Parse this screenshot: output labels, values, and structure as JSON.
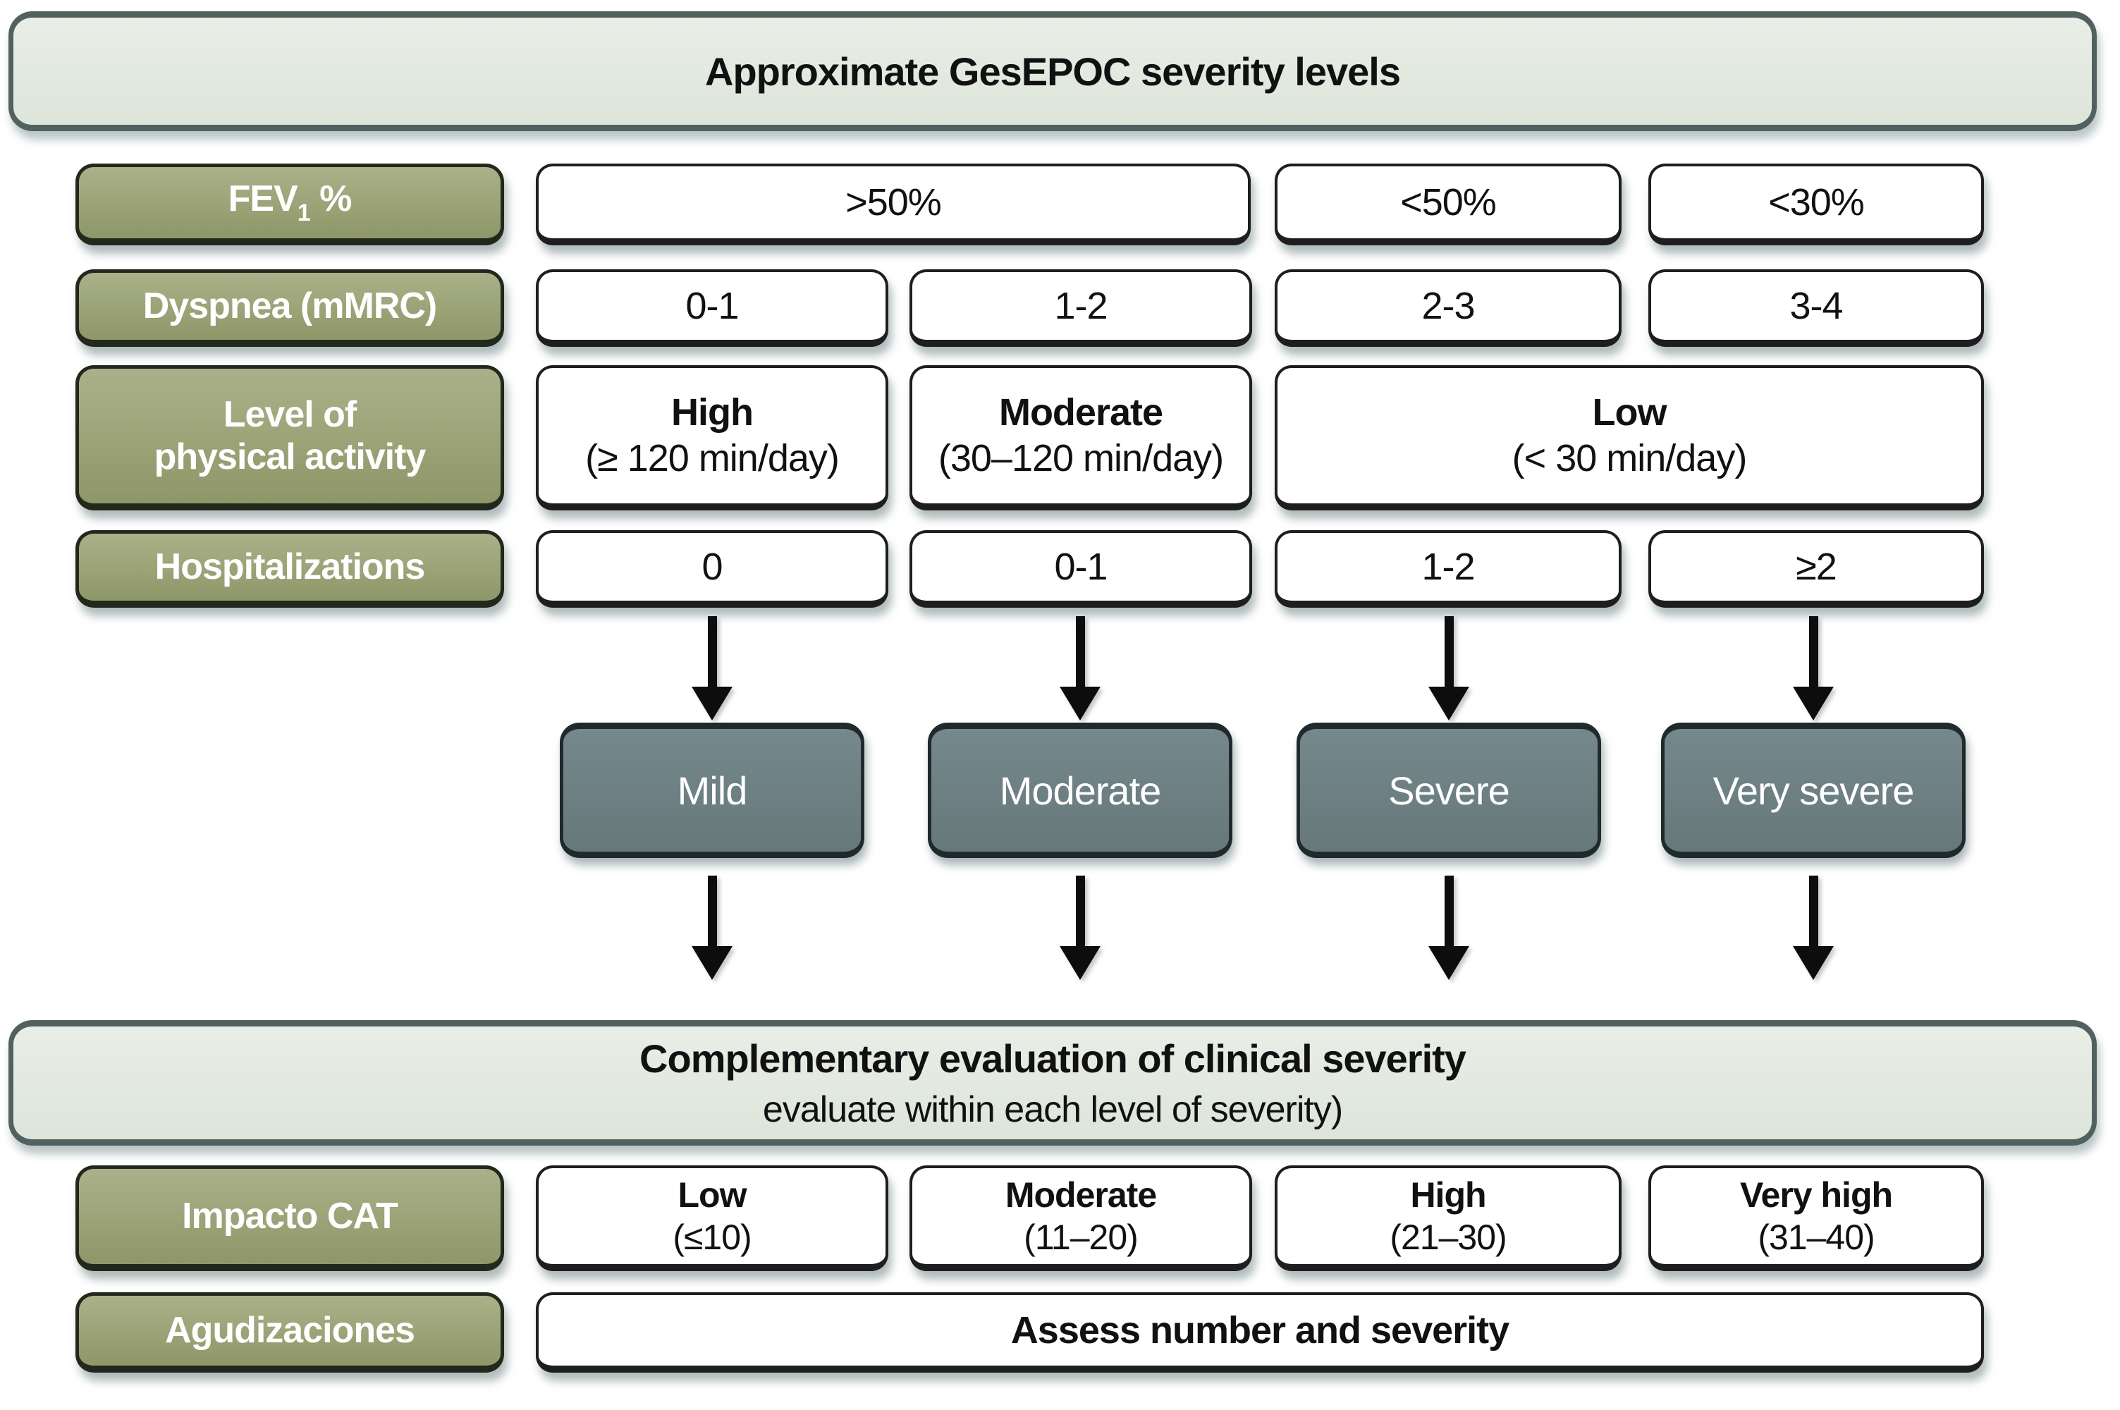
{
  "title_banner": {
    "text": "Approximate GesEPOC severity levels"
  },
  "rows": {
    "fev": {
      "label": {
        "pre": "FEV",
        "sub": "1",
        "post": " %"
      },
      "cells": [
        ">50%",
        "<50%",
        "<30%"
      ]
    },
    "dyspnea": {
      "label": "Dyspnea (mMRC)",
      "cells": [
        "0-1",
        "1-2",
        "2-3",
        "3-4"
      ]
    },
    "activity": {
      "label_line1": "Level of",
      "label_line2": "physical activity",
      "cells": [
        {
          "main": "High",
          "detail": "(≥ 120 min/day)"
        },
        {
          "main": "Moderate",
          "detail": "(30–120 min/day)"
        },
        {
          "main": "Low",
          "detail": "(< 30 min/day)"
        }
      ]
    },
    "hospitalizations": {
      "label": "Hospitalizations",
      "cells": [
        "0",
        "0-1",
        "1-2",
        "≥2"
      ]
    }
  },
  "severity_levels": [
    "Mild",
    "Moderate",
    "Severe",
    "Very severe"
  ],
  "evaluation_banner": {
    "line1": "Complementary evaluation of clinical severity",
    "line2": "evaluate within each level of severity)"
  },
  "impacto_cat": {
    "label": "Impacto CAT",
    "cells": [
      {
        "main": "Low",
        "detail": "(≤10)"
      },
      {
        "main": "Moderate",
        "detail": "(11–20)"
      },
      {
        "main": "High",
        "detail": "(21–30)"
      },
      {
        "main": "Very high",
        "detail": "(31–40)"
      }
    ]
  },
  "agudizaciones": {
    "label": "Agudizaciones",
    "cell": "Assess number and severity"
  },
  "colors": {
    "label_box": "#98a175",
    "severity_box": "#6b7d7f",
    "banner_fill": "#e2e8df",
    "banner_border": "#51615f",
    "cell_border": "#1e1e1e",
    "arrow": "#0d0d0d"
  }
}
